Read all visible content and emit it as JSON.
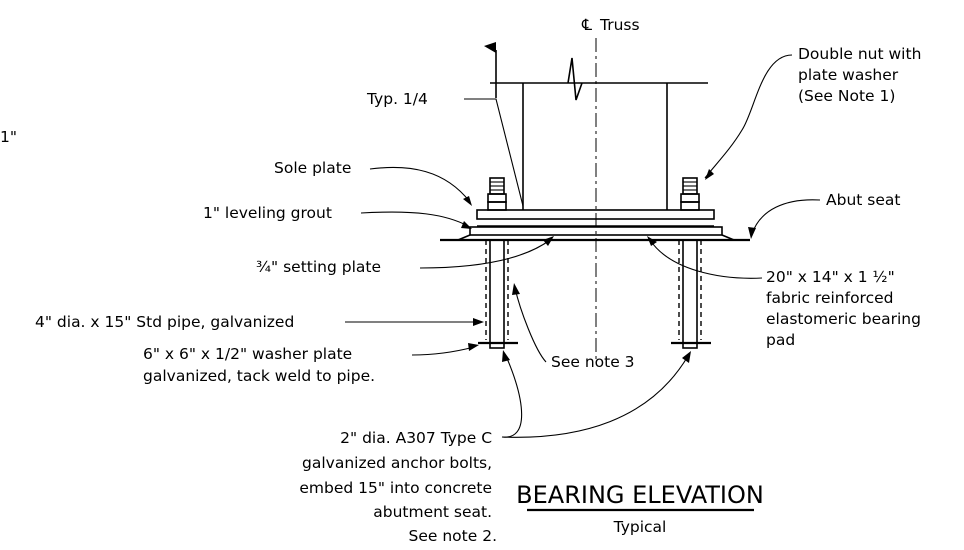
{
  "centerline": {
    "symbol": "℄",
    "label": "Truss"
  },
  "labels": {
    "typ_weld": "Typ. 1/4",
    "stray_mark": "1\"",
    "double_nut": [
      "Double nut with",
      "plate washer",
      "(See Note 1)"
    ],
    "sole_plate": "Sole plate",
    "leveling_grout": "1\" leveling grout",
    "abut_seat": "Abut seat",
    "setting_plate": "¾\" setting plate",
    "bearing_pad": [
      "20\" x 14\" x 1 ½\"",
      "fabric reinforced",
      "elastomeric bearing",
      "pad"
    ],
    "std_pipe": "4\" dia. x 15\" Std pipe, galvanized",
    "washer_plate": [
      "6\" x 6\" x 1/2\" washer plate",
      "galvanized, tack weld to pipe."
    ],
    "see_note_3": "See note 3",
    "anchor_bolts": [
      "2\" dia. A307 Type C",
      "galvanized anchor bolts,",
      "embed 15\" into concrete",
      "abutment seat.",
      "See note 2."
    ]
  },
  "title": {
    "main": "BEARING ELEVATION",
    "sub": "Typical"
  }
}
